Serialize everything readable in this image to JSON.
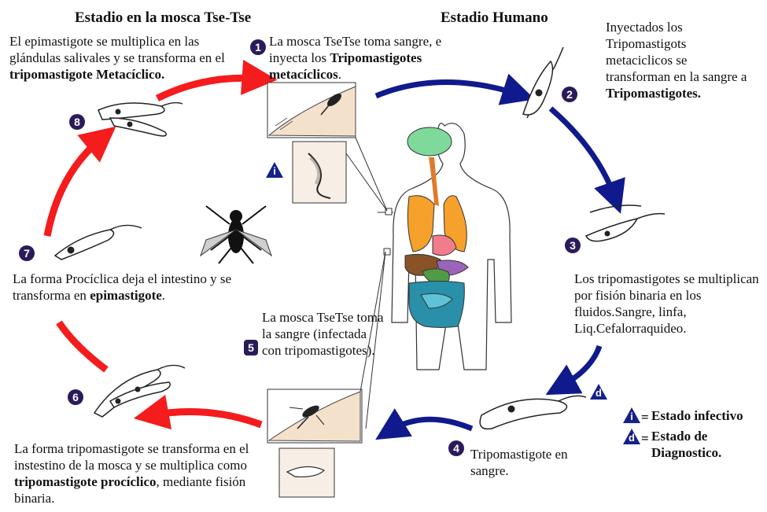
{
  "headers": {
    "fly": "Estadio en la mosca Tse-Tse",
    "human": "Estadio Humano"
  },
  "steps": {
    "s1": {
      "num": "1",
      "pre": "La mosca TseTse toma sangre, e inyecta los ",
      "bold": "Tripomastigotes metacíclicos",
      "post": "."
    },
    "s2": {
      "num": "2",
      "pre": "Inyectados los Tripomastigots metaciclicos se transforman en la sangre a ",
      "bold": "Tripomastigotes.",
      "post": ""
    },
    "s3": {
      "num": "3",
      "pre": "Los tripomastigotes se multiplican por fisión binaria en los fluidos.Sangre, linfa, Liq.Cefalorraquideo.",
      "bold": "",
      "post": ""
    },
    "s4": {
      "num": "4",
      "pre": "Tripomastigote en sangre.",
      "bold": "",
      "post": ""
    },
    "s5": {
      "num": "5",
      "pre": "La mosca TseTse toma la sangre (infectada con tripomastigotes).",
      "bold": "",
      "post": ""
    },
    "s6": {
      "num": "6",
      "pre": "La forma tripomastigote se transforma en el instestino de la mosca y se multiplica como ",
      "bold": "tripomastigote procíclico",
      "post": ", mediante fisión binaria."
    },
    "s7": {
      "num": "7",
      "pre": "La forma Procíclica deja el intestino y se transforma en ",
      "bold": "epimastigote",
      "post": "."
    },
    "s8": {
      "num": "8",
      "pre": "El epimastigote se multiplica en las glándulas salivales y se transforma en el ",
      "bold": "tripomastigote Metacíclico.",
      "post": ""
    }
  },
  "legend": {
    "i_letter": "i",
    "d_letter": "d",
    "infective": "Estado infectivo",
    "diagnostic": "Estado de Diagnostico.",
    "eq": "="
  },
  "colors": {
    "fly_arrows": "#f41c1c",
    "human_arrows": "#101a8c",
    "badge": "#2b1b5a",
    "legend_triangle": "#16218a"
  }
}
